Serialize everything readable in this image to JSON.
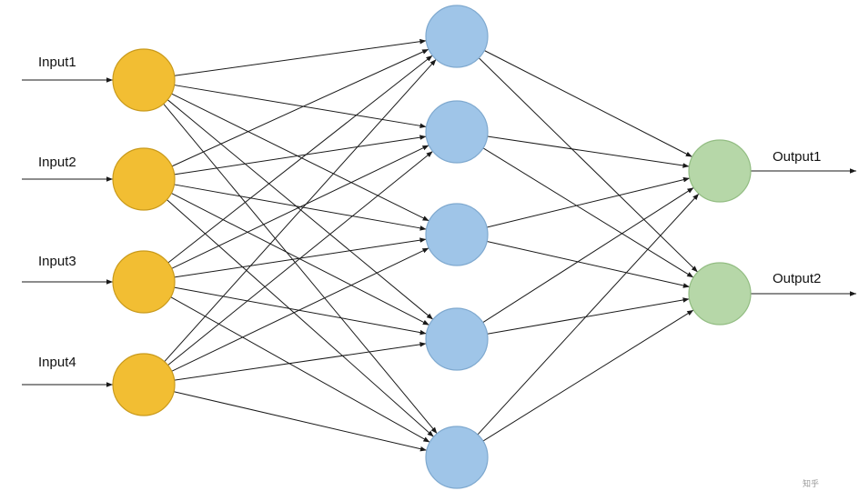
{
  "inputs": [
    {
      "label": "Input1"
    },
    {
      "label": "Input2"
    },
    {
      "label": "Input3"
    },
    {
      "label": "Input4"
    }
  ],
  "hidden_count": 5,
  "outputs": [
    {
      "label": "Output1"
    },
    {
      "label": "Output2"
    }
  ],
  "colors": {
    "input_fill": "#F2BE33",
    "input_stroke": "#C99A1C",
    "hidden_fill": "#9FC5E8",
    "hidden_stroke": "#7FA9CF",
    "output_fill": "#B6D7A8",
    "output_stroke": "#93BD83",
    "edge": "#1a1a1a",
    "background": "#ffffff"
  },
  "watermark": "知乎"
}
